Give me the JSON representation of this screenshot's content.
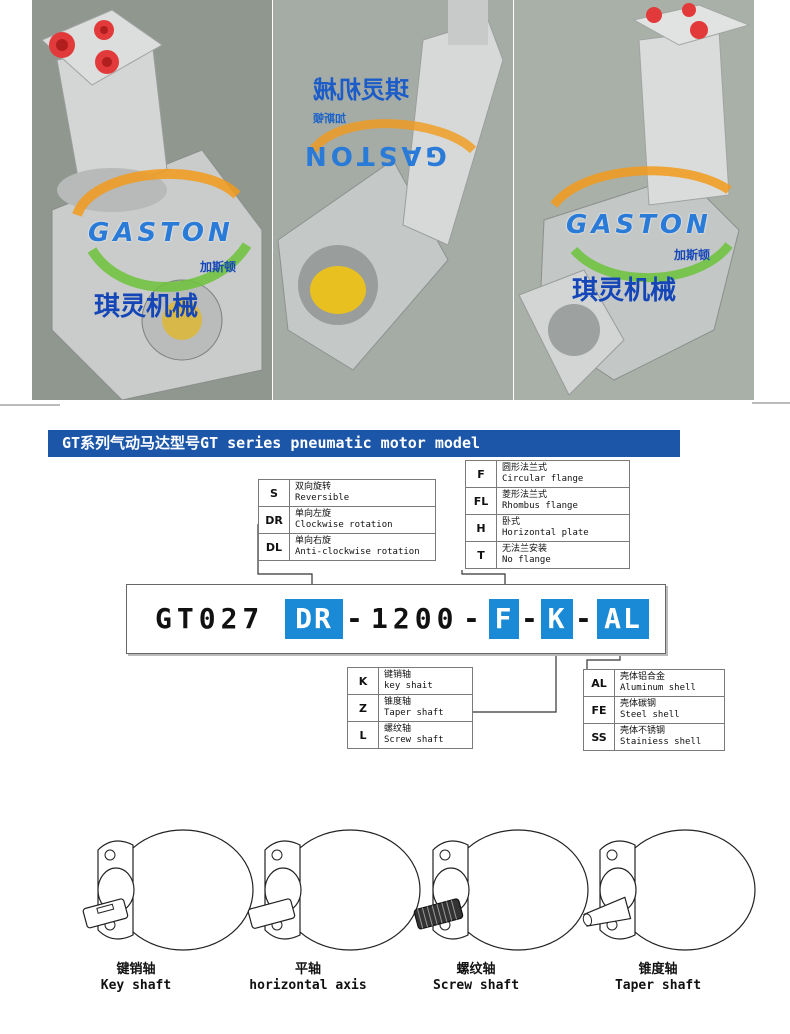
{
  "photos": {
    "watermark_logo": "GASTON",
    "watermark_company": "琪灵机械",
    "watermark_brand": "加斯顿"
  },
  "title": "GT系列气动马达型号GT series pneumatic motor model",
  "rotation_options": [
    {
      "code": "S",
      "cn": "双向旋转",
      "en": "Reversible"
    },
    {
      "code": "DR",
      "cn": "单向左旋",
      "en": "Clockwise rotation"
    },
    {
      "code": "DL",
      "cn": "单向右旋",
      "en": "Anti-clockwise rotation"
    }
  ],
  "mount_options": [
    {
      "code": "F",
      "cn": "圆形法兰式",
      "en": "Circular flange"
    },
    {
      "code": "FL",
      "cn": "菱形法兰式",
      "en": "Rhombus flange"
    },
    {
      "code": "H",
      "cn": "卧式",
      "en": "Horizontal plate"
    },
    {
      "code": "T",
      "cn": "无法兰安装",
      "en": "No flange"
    }
  ],
  "shaft_options": [
    {
      "code": "K",
      "cn": "键销轴",
      "en": "key shait"
    },
    {
      "code": "Z",
      "cn": "锥度轴",
      "en": "Taper shaft"
    },
    {
      "code": "L",
      "cn": "螺纹轴",
      "en": "Screw shaft"
    }
  ],
  "shell_options": [
    {
      "code": "AL",
      "cn": "壳体铝合金",
      "en": "Aluminum shell"
    },
    {
      "code": "FE",
      "cn": "壳体碳钢",
      "en": "Steel shell"
    },
    {
      "code": "SS",
      "cn": "壳体不锈钢",
      "en": "Stainiess shell"
    }
  ],
  "model": {
    "prefix": "GT027",
    "rotation": "DR",
    "sep1": "-",
    "power": "1200",
    "sep2": "-",
    "mount": "F",
    "sep3": "-",
    "shaft": "K",
    "sep4": "-",
    "shell": "AL"
  },
  "shaft_types": [
    {
      "cn": "键销轴",
      "en": "Key shaft"
    },
    {
      "cn": "平轴",
      "en": "horizontal axis"
    },
    {
      "cn": "螺纹轴",
      "en": "Screw shaft"
    },
    {
      "cn": "锥度轴",
      "en": "Taper shaft"
    }
  ],
  "colors": {
    "title_bar": "#1c56a8",
    "highlight": "#1a8ad6"
  }
}
